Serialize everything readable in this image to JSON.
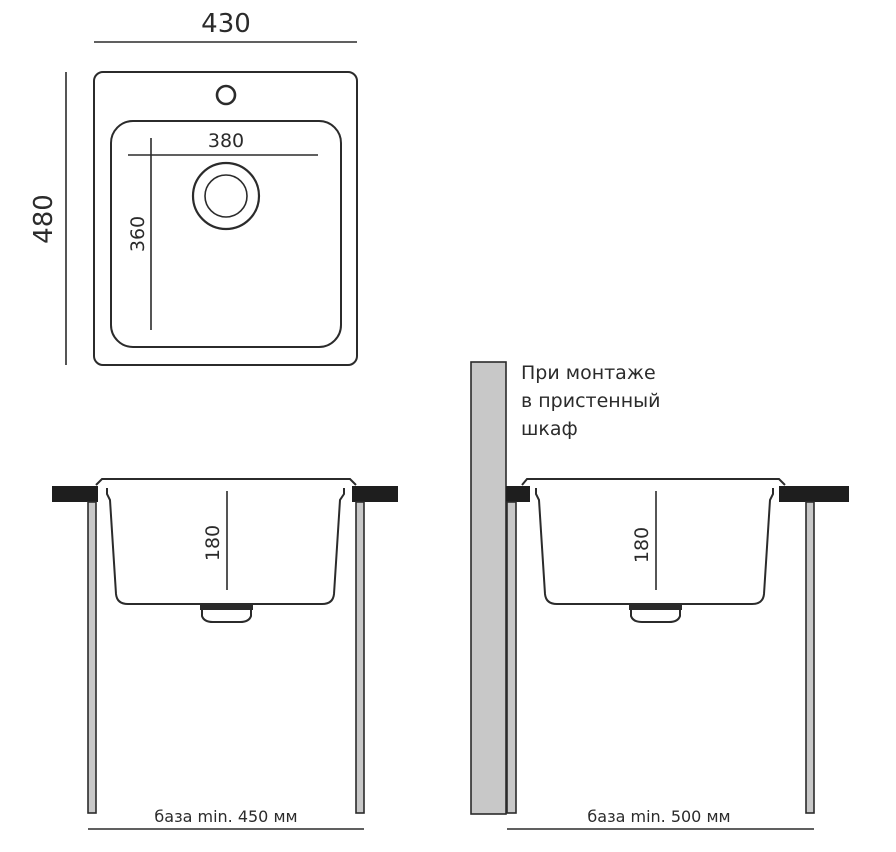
{
  "top_view": {
    "outer_width": "430",
    "outer_height": "480",
    "bowl_width": "380",
    "bowl_depth": "360"
  },
  "side_view_left": {
    "bowl_height": "180",
    "base_label": "база min. 450 мм"
  },
  "side_view_right": {
    "bowl_height": "180",
    "base_label": "база min. 500 мм",
    "note_lines": [
      "При монтаже",
      "в пристенный",
      "шкаф"
    ]
  },
  "colors": {
    "line": "#2b2b2b",
    "panel": "#c8c8c8",
    "countertop": "#1e1e1e"
  }
}
